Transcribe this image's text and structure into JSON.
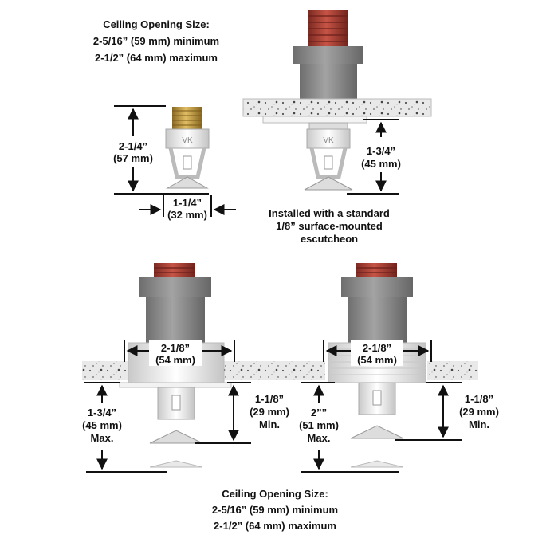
{
  "top_caption": {
    "line1": "Ceiling Opening Size:",
    "line2": "2-5/16” (59 mm) minimum",
    "line3": "2-1/2” (64 mm) maximum"
  },
  "bottom_caption": {
    "line1": "Ceiling Opening Size:",
    "line2": "2-5/16” (59 mm) minimum",
    "line3": "2-1/2” (64 mm) maximum"
  },
  "small_sprinkler": {
    "height": "2-1/4”",
    "height_mm": "(57 mm)",
    "width": "1-1/4”",
    "width_mm": "(32 mm)",
    "logo": "VK"
  },
  "standard_install": {
    "drop": "1-3/4”",
    "drop_mm": "(45 mm)",
    "note1": "Installed with a standard",
    "note2": "1/8” surface-mounted",
    "note3": "escutcheon",
    "logo": "VK"
  },
  "recessed_left": {
    "escutcheon": "2-1/8”",
    "escutcheon_mm": "(54 mm)",
    "max": "1-3/4”",
    "max_mm": "(45 mm)",
    "max_word": "Max.",
    "min": "1-1/8”",
    "min_mm": "(29 mm)",
    "min_word": "Min."
  },
  "recessed_right": {
    "escutcheon": "2-1/8”",
    "escutcheon_mm": "(54 mm)",
    "max": "2””",
    "max_mm": "(51 mm)",
    "max_word": "Max.",
    "min": "1-1/8”",
    "min_mm": "(29 mm)",
    "min_word": "Min."
  },
  "colors": {
    "pipe_red": "#b8463a",
    "fitting_gray": "#8c8c8c",
    "brass": "#c8a24a",
    "ceiling": "#e6e6e6"
  }
}
